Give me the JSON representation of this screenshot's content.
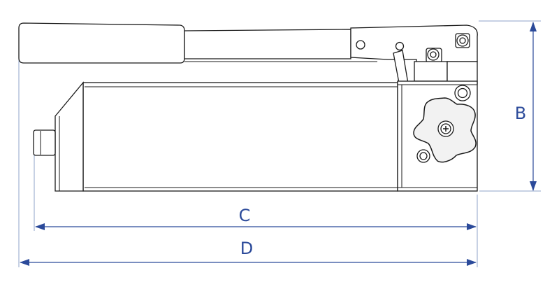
{
  "dimensions": {
    "b": {
      "label": "B"
    },
    "c": {
      "label": "C"
    },
    "d": {
      "label": "D"
    }
  },
  "colors": {
    "outline": "#1a1a1a",
    "dimension": "#2b4a9a",
    "extension": "#8fa3c8",
    "fill": "#ffffff",
    "knob": "#f2f2f2"
  },
  "icons": {
    "knob": "release-valve-knob-icon",
    "screw": "phillips-screw-icon"
  }
}
